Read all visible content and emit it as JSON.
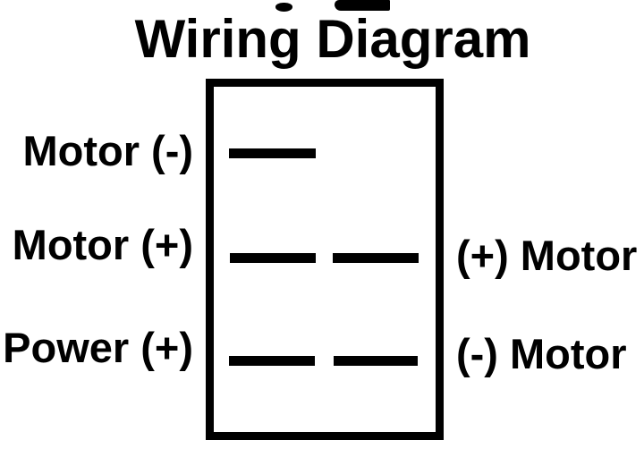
{
  "diagram": {
    "title": "Wiring Diagram",
    "ink_color": "#000000",
    "background_color": "#ffffff",
    "switch_box": {
      "shape": "rectangle-outline",
      "description": "rocker switch body with terminal bars"
    },
    "rows": [
      {
        "left_label": "Motor (-)",
        "right_label": "",
        "terminals": [
          "left"
        ]
      },
      {
        "left_label": "Motor (+)",
        "right_label": "(+) Motor",
        "terminals": [
          "left",
          "right"
        ]
      },
      {
        "left_label": "Power (+)",
        "right_label": "(-) Motor",
        "terminals": [
          "left",
          "right"
        ]
      }
    ]
  }
}
